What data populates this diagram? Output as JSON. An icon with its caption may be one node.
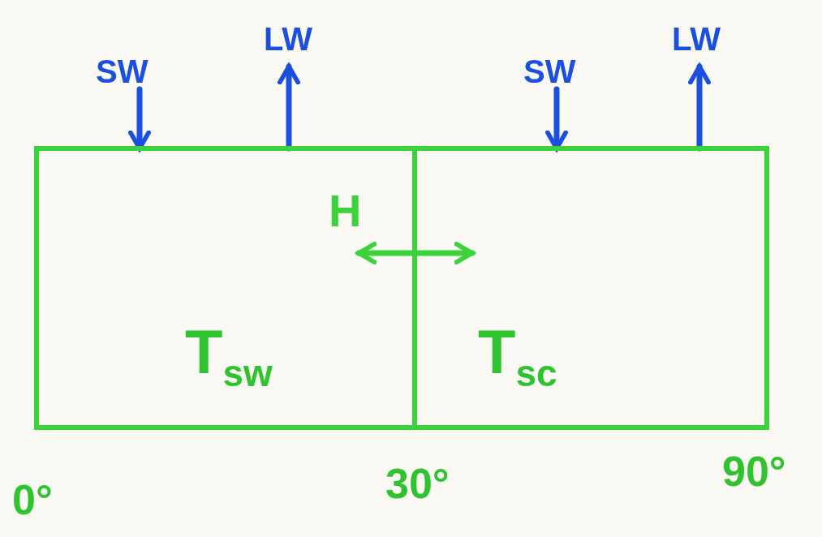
{
  "diagram": {
    "nodes": [
      {
        "text": [
          "T$_{sw}$"
        ]
      },
      {
        "text": [
          "T$_{sc}$"
        ]
      }
    ],
    "edges": [
      {
        "from": 0,
        "to": 1,
        "arrow": "both",
        "label": "H",
        "color": "#3cd23c"
      },
      {
        "from": null,
        "to": 0,
        "arrow": "to",
        "label": "SW"
      },
      {
        "from": 0,
        "to": null,
        "arrow": "to",
        "label": "LW"
      },
      {
        "from": null,
        "to": 1,
        "arrow": "to",
        "label": "SW"
      },
      {
        "from": 1,
        "to": null,
        "arrow": "to",
        "label": "LW"
      }
    ],
    "labels": [
      "0°",
      "30°",
      "90°"
    ]
  }
}
